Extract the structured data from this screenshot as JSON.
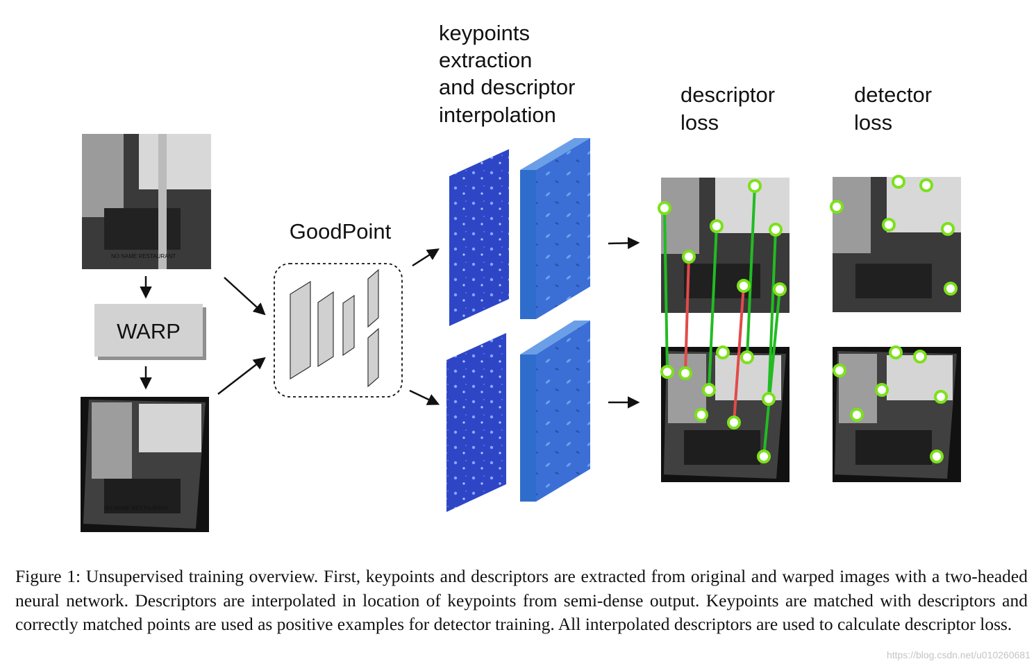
{
  "figure": {
    "labels": {
      "warp": "WARP",
      "network": "GoodPoint",
      "extraction_l1": "keypoints",
      "extraction_l2": "extraction",
      "extraction_l3": "and descriptor",
      "extraction_l4": "interpolation",
      "desc_loss_l1": "descriptor",
      "desc_loss_l2": "loss",
      "det_loss_l1": "detector",
      "det_loss_l2": "loss"
    },
    "colors": {
      "keypoint": "#7ce11a",
      "match_correct": "#22bb22",
      "match_wrong": "#e24a4a",
      "feature_map": "#2d47c8",
      "descriptor_block": "#3a78d2",
      "warp_box": "#d2d2d2"
    },
    "caption": "Figure 1: Unsupervised training overview. First, keypoints and descriptors are extracted from original and warped images with a two-headed neural network. Descriptors are interpolated in location of keypoints from semi-dense output. Keypoints are matched with descriptors and correctly matched points are used as positive examples for detector training. All interpolated descriptors are used to calculate descriptor loss."
  },
  "watermark": "https://blog.csdn.net/u010260681"
}
